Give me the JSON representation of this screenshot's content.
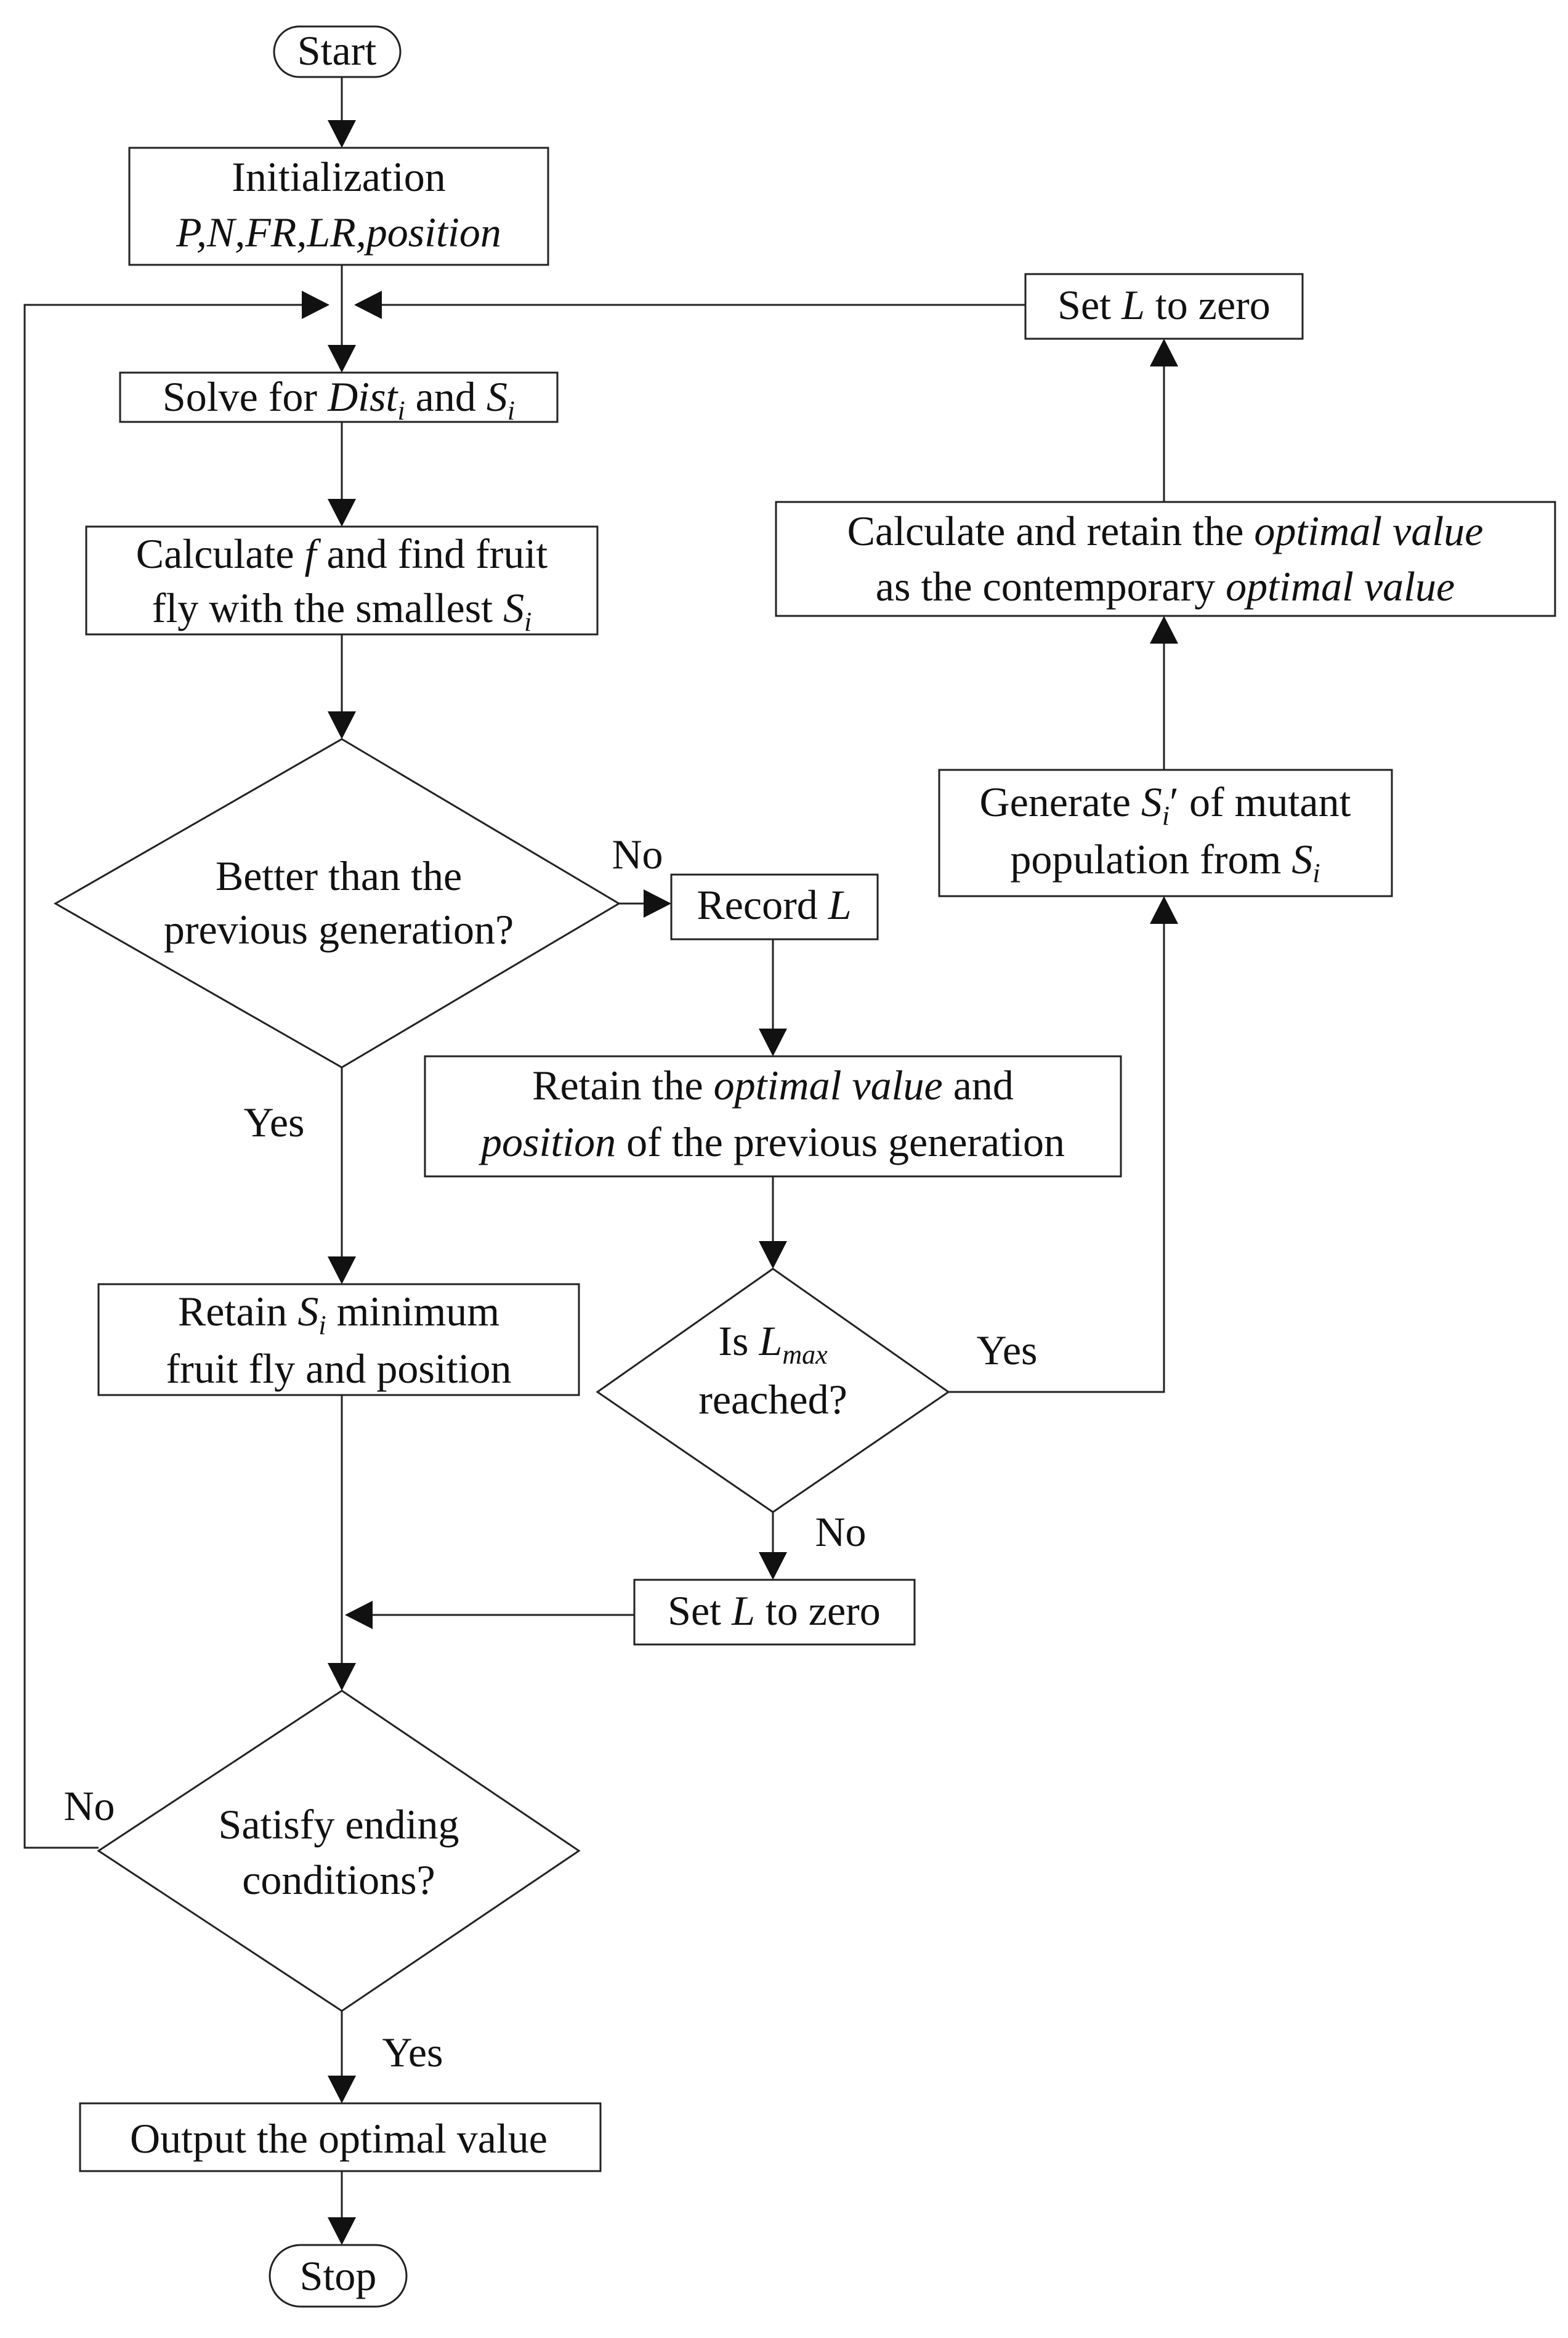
{
  "nodes": {
    "start": {
      "label": "Start"
    },
    "init": {
      "line1": "Initialization",
      "line2": "P,N,FR,LR,position"
    },
    "solve": {
      "pre": "Solve for ",
      "dist": "Dist",
      "sub1": "i",
      "and": " and ",
      "s": "S",
      "sub2": "i"
    },
    "calculate": {
      "line1_pre": "Calculate ",
      "f": "f",
      "line1_post": " and find fruit",
      "line2_pre": "fly with the smallest ",
      "s": "S",
      "sub": "i"
    },
    "better": {
      "line1": "Better than the",
      "line2": "previous generation?"
    },
    "record": {
      "pre": "Record ",
      "l": "L"
    },
    "retain_prev": {
      "line1_pre": "Retain the ",
      "line1_italic": "optimal value",
      "line1_post": " and",
      "line2_italic": "position",
      "line2_post": " of the previous generation"
    },
    "retain_min": {
      "line1_pre": "Retain ",
      "s": "S",
      "sub": "i",
      "line1_post": " minimum",
      "line2": "fruit fly and position"
    },
    "lmax": {
      "line1_pre": "Is ",
      "l": "L",
      "sub": "max",
      "line2": "reached?"
    },
    "set_zero_bottom": {
      "pre": "Set ",
      "l": "L",
      "post": " to zero"
    },
    "set_zero_top": {
      "pre": "Set ",
      "l": "L",
      "post": " to zero"
    },
    "calc_retain": {
      "line1_pre": "Calculate and retain the ",
      "line1_italic": "optimal value",
      "line2_pre": "as the contemporary ",
      "line2_italic": "optimal value"
    },
    "generate": {
      "line1_pre": "Generate ",
      "s": "S",
      "sub": "i",
      "line1_post": "′ of mutant",
      "line2_pre": "population from ",
      "s2": "S",
      "sub2": "i"
    },
    "satisfy": {
      "line1": "Satisfy ending",
      "line2": "conditions?"
    },
    "output": {
      "label": "Output the optimal value"
    },
    "stop": {
      "label": "Stop"
    }
  },
  "edge_labels": {
    "better_no": "No",
    "better_yes": "Yes",
    "lmax_yes": "Yes",
    "lmax_no": "No",
    "satisfy_no": "No",
    "satisfy_yes": "Yes"
  }
}
